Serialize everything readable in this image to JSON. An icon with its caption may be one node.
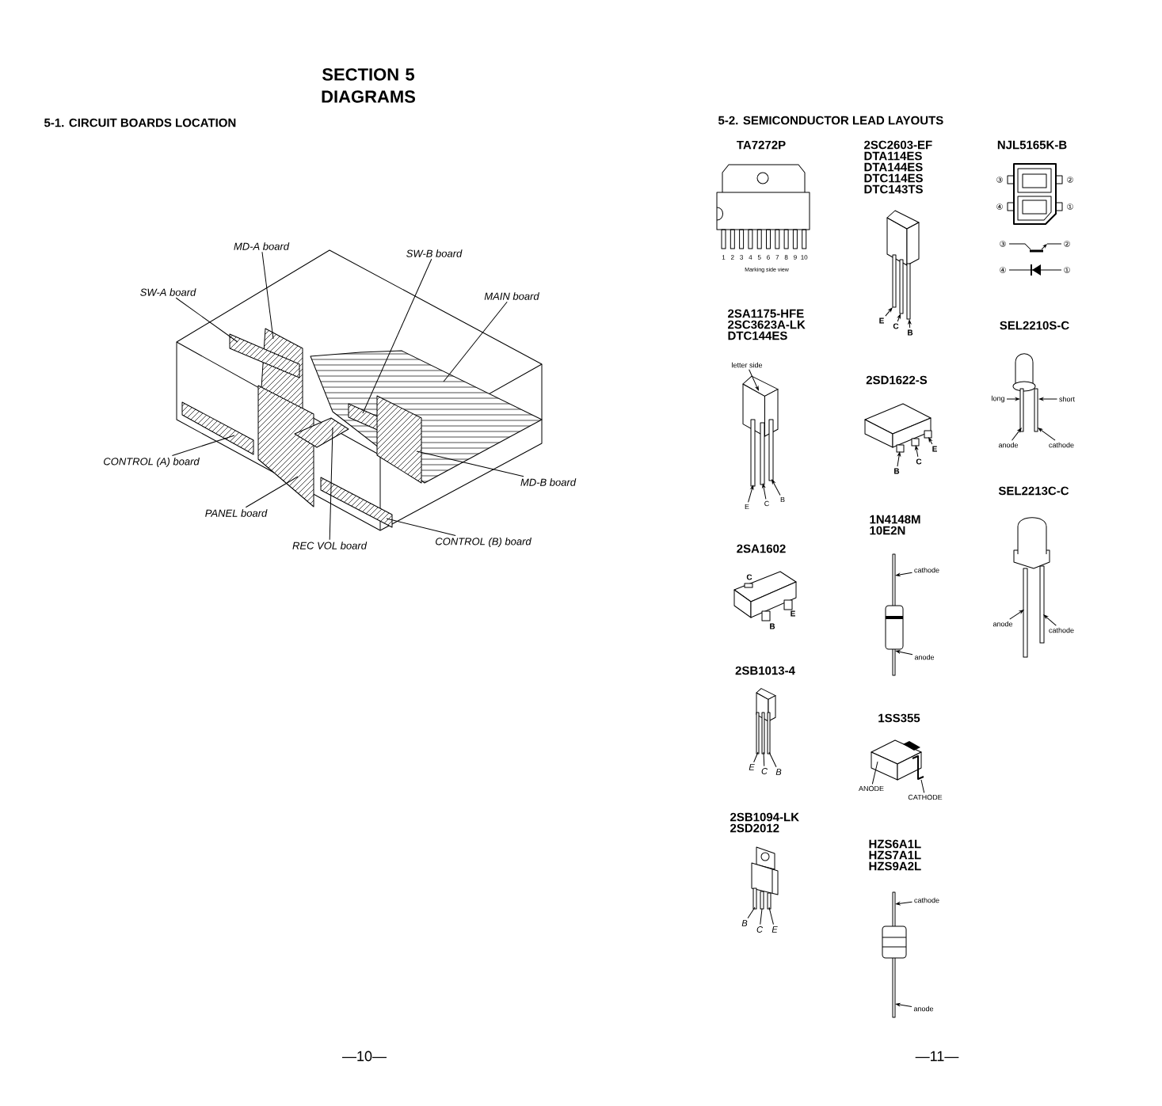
{
  "diagram": {
    "title": "SECTION 5 DIAGRAMS",
    "nodes": [
      {
        "text": [
          "MD-A board"
        ]
      },
      {
        "text": [
          "SW-B board"
        ]
      },
      {
        "text": [
          "SW-A board"
        ]
      },
      {
        "text": [
          "MAIN board"
        ]
      },
      {
        "text": [
          "CONTROL (A) board"
        ]
      },
      {
        "text": [
          "MD-B board"
        ]
      },
      {
        "text": [
          "PANEL board"
        ]
      },
      {
        "text": [
          "CONTROL (B) board"
        ]
      },
      {
        "text": [
          "REC VOL board"
        ]
      },
      {
        "text": [],
        "shape": "picture"
      },
      {
        "text": [
          "E"
        ]
      },
      {
        "text": [
          "C"
        ]
      },
      {
        "text": [
          "B"
        ]
      },
      {
        "text": [
          "letter side"
        ]
      },
      {
        "text": [
          "long"
        ]
      },
      {
        "text": [
          "short"
        ]
      },
      {
        "text": [
          "anode"
        ]
      },
      {
        "text": [
          "cathode"
        ]
      },
      {
        "text": [
          "E"
        ]
      },
      {
        "text": [
          "C"
        ]
      },
      {
        "text": [
          "B"
        ]
      },
      {
        "text": [
          "B"
        ]
      },
      {
        "text": [
          "C"
        ]
      },
      {
        "text": [
          "E"
        ]
      },
      {
        "text": [
          "cathode"
        ]
      },
      {
        "text": [
          "anode"
        ]
      },
      {
        "text": [
          "anode"
        ]
      },
      {
        "text": [
          "cathode"
        ]
      },
      {
        "text": [
          "E"
        ]
      },
      {
        "text": [
          "C"
        ]
      },
      {
        "text": [
          "B"
        ]
      },
      {
        "text": [
          "ANODE"
        ]
      },
      {
        "text": [
          "CATHODE"
        ]
      },
      {
        "text": [
          "B"
        ]
      },
      {
        "text": [
          "C"
        ]
      },
      {
        "text": [
          "E"
        ]
      },
      {
        "text": [
          "cathode"
        ]
      },
      {
        "text": [
          "anode"
        ]
      },
      {
        "text": [],
        "shape": "picture"
      },
      {
        "text": [],
        "shape": "picture"
      },
      {
        "text": [],
        "shape": "picture"
      },
      {
        "text": [],
        "shape": "picture"
      },
      {
        "text": [],
        "shape": "picture"
      },
      {
        "text": [],
        "shape": "picture"
      },
      {
        "text": [],
        "shape": "picture"
      },
      {
        "text": [],
        "shape": "picture"
      },
      {
        "text": [],
        "shape": "picture"
      },
      {
        "text": [],
        "shape": "picture"
      }
    ],
    "edges": [
      {
        "from": 0,
        "to": 9,
        "arrow": "none"
      },
      {
        "from": 1,
        "to": 9,
        "arrow": "none"
      },
      {
        "from": 2,
        "to": 9,
        "arrow": "none"
      },
      {
        "from": 3,
        "to": 9,
        "arrow": "none"
      },
      {
        "from": 4,
        "to": 9,
        "arrow": "none"
      },
      {
        "from": 5,
        "to": 9,
        "arrow": "none"
      },
      {
        "from": 6,
        "to": 9,
        "arrow": "none"
      },
      {
        "from": 7,
        "to": 9,
        "arrow": "none"
      },
      {
        "from": 8,
        "to": 9,
        "arrow": "none"
      },
      {
        "from": 10,
        "to": 38,
        "arrow": "to"
      },
      {
        "from": 11,
        "to": 38,
        "arrow": "to"
      },
      {
        "from": 12,
        "to": 38,
        "arrow": "to"
      },
      {
        "from": 13,
        "to": 39,
        "arrow": "to"
      },
      {
        "from": 14,
        "to": 41,
        "arrow": "to"
      },
      {
        "from": 15,
        "to": 41,
        "arrow": "to"
      },
      {
        "from": 16,
        "to": 41,
        "arrow": "to"
      },
      {
        "from": 17,
        "to": 41,
        "arrow": "to"
      },
      {
        "from": 18,
        "to": 39,
        "arrow": "to"
      },
      {
        "from": 19,
        "to": 39,
        "arrow": "to"
      },
      {
        "from": 20,
        "to": 39,
        "arrow": "to"
      },
      {
        "from": 21,
        "to": 40,
        "arrow": "to"
      },
      {
        "from": 22,
        "to": 40,
        "arrow": "to"
      },
      {
        "from": 23,
        "to": 40,
        "arrow": "to"
      },
      {
        "from": 24,
        "to": 42,
        "arrow": "to"
      },
      {
        "from": 25,
        "to": 42,
        "arrow": "to"
      },
      {
        "from": 26,
        "to": 43,
        "arrow": "to"
      },
      {
        "from": 27,
        "to": 43,
        "arrow": "to"
      },
      {
        "from": 28,
        "to": 44,
        "arrow": "none"
      },
      {
        "from": 29,
        "to": 44,
        "arrow": "none"
      },
      {
        "from": 30,
        "to": 44,
        "arrow": "none"
      },
      {
        "from": 31,
        "to": 45,
        "arrow": "none"
      },
      {
        "from": 32,
        "to": 45,
        "arrow": "none"
      },
      {
        "from": 33,
        "to": 46,
        "arrow": "none"
      },
      {
        "from": 34,
        "to": 46,
        "arrow": "none"
      },
      {
        "from": 35,
        "to": 46,
        "arrow": "none"
      },
      {
        "from": 36,
        "to": 47,
        "arrow": "to"
      },
      {
        "from": 37,
        "to": 47,
        "arrow": "to"
      }
    ],
    "labels": [
      "5-1. CIRCUIT BOARDS LOCATION",
      "5-2. SEMICONDUCTOR LEAD LAYOUTS",
      "TA7272P",
      "1",
      "2",
      "3",
      "4",
      "5",
      "6",
      "7",
      "8",
      "9",
      "10",
      "Marking side view",
      "2SC2603-EF",
      "DTA114ES",
      "DTA144ES",
      "DTC114ES",
      "DTC143TS",
      "NJL5165K-B",
      "③",
      "②",
      "④",
      "①",
      "③",
      "②",
      "④",
      "①",
      "2SA1175-HFE",
      "2SC3623A-LK",
      "DTC144ES",
      "SEL2210S-C",
      "2SD1622-S",
      "SEL2213C-C",
      "1N4148M",
      "10E2N",
      "2SA1602",
      "C",
      "E",
      "B",
      "2SB1013-4",
      "1SS355",
      "2SB1094-LK",
      "2SD2012",
      "HZS6A1L",
      "HZS7A1L",
      "HZS9A2L",
      "—10—",
      "—11—"
    ]
  }
}
